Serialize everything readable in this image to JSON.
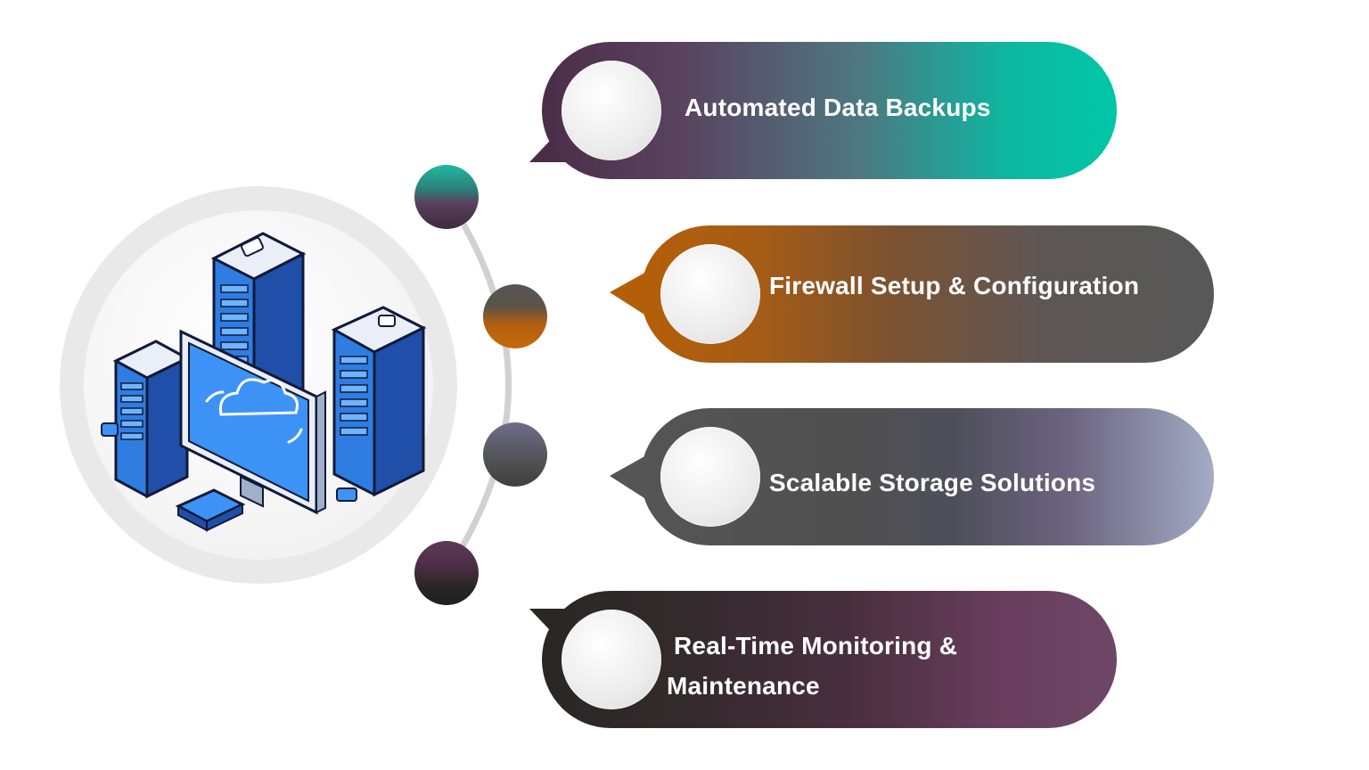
{
  "items": [
    {
      "label": "Automated Data Backups",
      "accent": "#00c7a8"
    },
    {
      "label": "Firewall Setup & Configuration",
      "accent": "#b45f08"
    },
    {
      "label": "Scalable Storage Solutions",
      "accent": "#a3abc4"
    },
    {
      "label_line1": "Real-Time Monitoring &",
      "label_line2": "Maintenance",
      "accent": "#6e4766"
    }
  ],
  "illustration": {
    "icon": "cloud-server-icon"
  }
}
